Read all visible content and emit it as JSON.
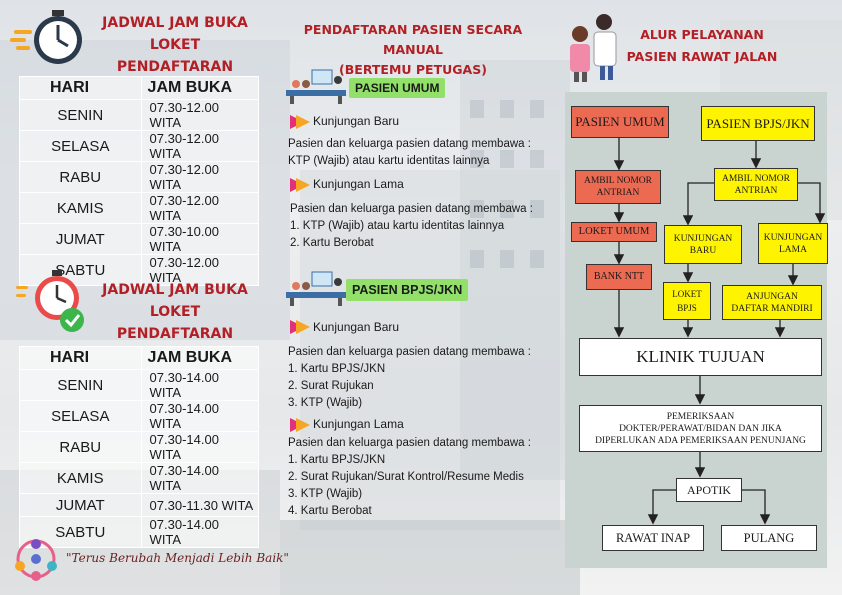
{
  "left": {
    "heading1": [
      "JADWAL JAM BUKA",
      "LOKET PENDAFTARAN"
    ],
    "table1": {
      "headers": [
        "HARI",
        "JAM BUKA"
      ],
      "rows": [
        [
          "SENIN",
          "07.30-12.00 WITA"
        ],
        [
          "SELASA",
          "07.30-12.00 WITA"
        ],
        [
          "RABU",
          "07.30-12.00 WITA"
        ],
        [
          "KAMIS",
          "07.30-12.00 WITA"
        ],
        [
          "JUMAT",
          "07.30-10.00 WITA"
        ],
        [
          "SABTU",
          "07.30-12.00 WITA"
        ]
      ]
    },
    "heading2": [
      "JADWAL JAM BUKA",
      "LOKET PENDAFTARAN"
    ],
    "table2": {
      "headers": [
        "HARI",
        "JAM BUKA"
      ],
      "rows": [
        [
          "SENIN",
          "07.30-14.00 WITA"
        ],
        [
          "SELASA",
          "07.30-14.00 WITA"
        ],
        [
          "RABU",
          "07.30-14.00 WITA"
        ],
        [
          "KAMIS",
          "07.30-14.00 WITA"
        ],
        [
          "JUMAT",
          "07.30-11.30 WITA"
        ],
        [
          "SABTU",
          "07.30-14.00 WITA"
        ]
      ]
    },
    "quote": "\"Terus Berubah Menjadi Lebih Baik\""
  },
  "middle": {
    "heading": [
      "PENDAFTARAN PASIEN SECARA MANUAL",
      "(BERTEMU PETUGAS)"
    ],
    "umum": {
      "label": "PASIEN UMUM",
      "baru_label": "Kunjungan Baru",
      "baru_text": [
        "Pasien dan keluarga pasien datang membawa :",
        "KTP (Wajib) atau kartu identitas lainnya"
      ],
      "lama_label": "Kunjungan Lama",
      "lama_text": [
        "Pasien dan keluarga pasien datang membawa :",
        "1. KTP (Wajib) atau kartu identitas lainnya",
        "2. Kartu Berobat"
      ]
    },
    "bpjs": {
      "label": "PASIEN BPJS/JKN",
      "baru_label": "Kunjungan Baru",
      "baru_text": [
        "Pasien dan keluarga pasien datang membawa :",
        "1. Kartu BPJS/JKN",
        "2. Surat Rujukan",
        "3. KTP (Wajib)"
      ],
      "lama_label": "Kunjungan Lama",
      "lama_text": [
        "Pasien dan keluarga pasien datang membawa :",
        "1. Kartu BPJS/JKN",
        "2. Surat Rujukan/Surat Kontrol/Resume Medis",
        "3. KTP (Wajib)",
        "4. Kartu Berobat"
      ]
    }
  },
  "right": {
    "heading": [
      "ALUR PELAYANAN",
      "PASIEN RAWAT JALAN"
    ],
    "flow": {
      "pasien_umum": "PASIEN UMUM",
      "pasien_bpjs": "PASIEN BPJS/JKN",
      "ambil_umum": [
        "AMBIL NOMOR",
        "ANTRIAN"
      ],
      "ambil_bpjs": [
        "AMBIL NOMOR",
        "ANTRIAN"
      ],
      "loket_umum": "LOKET UMUM",
      "bank": "BANK NTT",
      "kunj_baru": [
        "KUNJUNGAN",
        "BARU"
      ],
      "kunj_lama": [
        "KUNJUNGAN",
        "LAMA"
      ],
      "loket_bpjs": [
        "LOKET",
        "BPJS"
      ],
      "anjungan": [
        "ANJUNGAN",
        "DAFTAR MANDIRI"
      ],
      "klinik": "KLINIK TUJUAN",
      "pemeriksaan": [
        "PEMERIKSAAN",
        "DOKTER/PERAWAT/BIDAN DAN JIKA",
        "DIPERLUKAN ADA PEMERIKSAAN PENUNJANG"
      ],
      "apotik": "APOTIK",
      "rawat_inap": "RAWAT INAP",
      "pulang": "PULANG"
    }
  },
  "colors": {
    "heading_red": "#b21f24",
    "box_red": "#ec6a52",
    "box_yellow": "#fff400",
    "pill_green": "#92e06a",
    "flow_bg": "#c9d3cf"
  }
}
